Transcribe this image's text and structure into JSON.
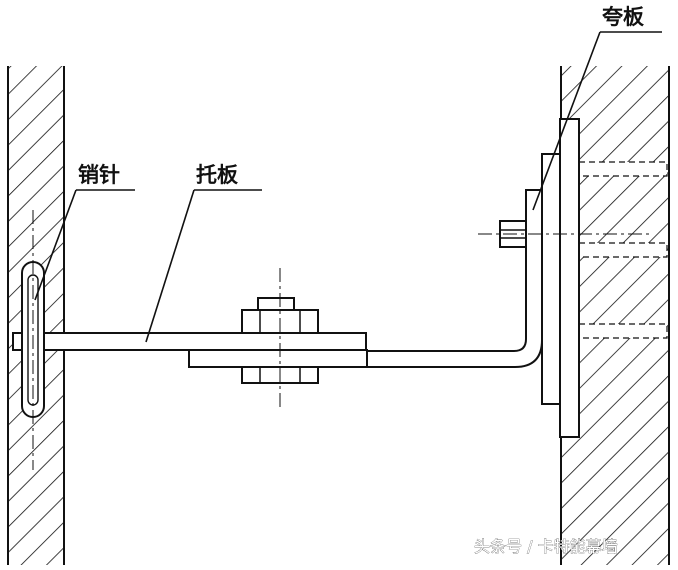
{
  "labels": {
    "pin": "销针",
    "tray_plate": "托板",
    "span_plate": "夸板"
  },
  "watermark": "头条号 / 卡特能幕墙",
  "colors": {
    "line": "#111111",
    "background": "#ffffff",
    "watermark_outline": "#555555"
  }
}
